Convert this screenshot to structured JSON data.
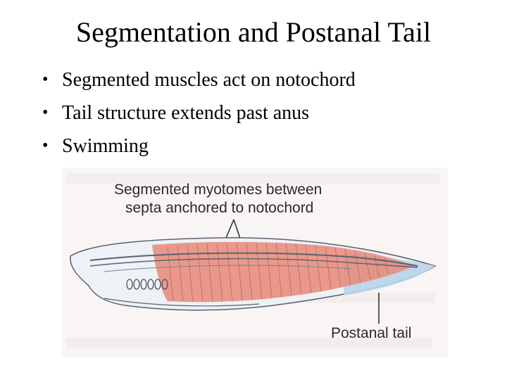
{
  "slide": {
    "title": "Segmentation and Postanal Tail",
    "bullets": [
      "Segmented muscles act on notochord",
      "Tail structure extends past anus",
      "Swimming"
    ]
  },
  "figure": {
    "label_top_line1": "Segmented myotomes between",
    "label_top_line2": "septa anchored to notochord",
    "label_bottom": "Postanal tail",
    "colors": {
      "myotome": "#e88a78",
      "tail_blue": "#b9d4ea",
      "body_outline": "#5a6270",
      "background": "#f7f4f3"
    }
  }
}
